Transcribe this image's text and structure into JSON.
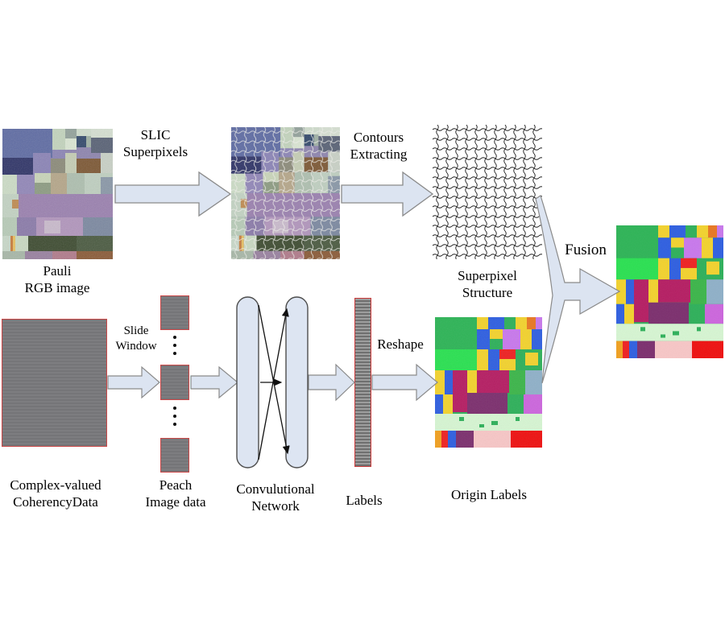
{
  "labels": {
    "pauli": {
      "line1": "Pauli",
      "line2": "RGB image"
    },
    "slic": {
      "line1": "SLIC",
      "line2": "Superpixels"
    },
    "contours": {
      "line1": "Contours",
      "line2": "Extracting"
    },
    "structure": {
      "line1": "Superpixel",
      "line2": "Structure"
    },
    "fusion": "Fusion",
    "coherency": {
      "line1": "Complex-valued",
      "line2": "CoherencyData"
    },
    "slide": {
      "line1": "Slide",
      "line2": "Window"
    },
    "patch": {
      "line1": "Peach",
      "line2": "Image data"
    },
    "network": {
      "line1": "Convulutional",
      "line2": "Network"
    },
    "labels_bar": "Labels",
    "reshape": "Reshape",
    "origin": "Origin Labels"
  },
  "colors": {
    "background": "#ffffff",
    "text": "#000000",
    "arrow_fill": "#dce4f1",
    "arrow_stroke": "#8a8a8a",
    "pill_fill": "#dde5f2",
    "pill_stroke": "#4d4d4d",
    "data_gray": "#79797c",
    "red_border": "#cc4747",
    "line_color": "#111111",
    "contour_line": "#1c1c1c"
  }
}
